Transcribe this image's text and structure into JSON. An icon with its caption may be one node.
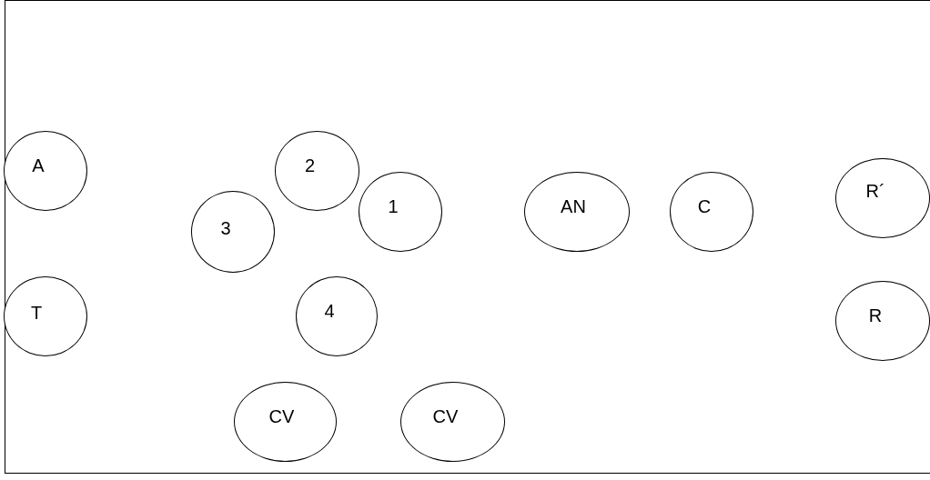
{
  "diagram": {
    "nodes": [
      {
        "text": [
          "A"
        ]
      },
      {
        "text": [
          "2"
        ]
      },
      {
        "text": [
          "3"
        ]
      },
      {
        "text": [
          "1"
        ]
      },
      {
        "text": [
          "AN"
        ]
      },
      {
        "text": [
          "C"
        ]
      },
      {
        "text": [
          "R´"
        ]
      },
      {
        "text": [
          "T"
        ]
      },
      {
        "text": [
          "4"
        ]
      },
      {
        "text": [
          "R"
        ]
      },
      {
        "text": [
          "CV"
        ]
      },
      {
        "text": [
          "CV"
        ]
      }
    ]
  }
}
